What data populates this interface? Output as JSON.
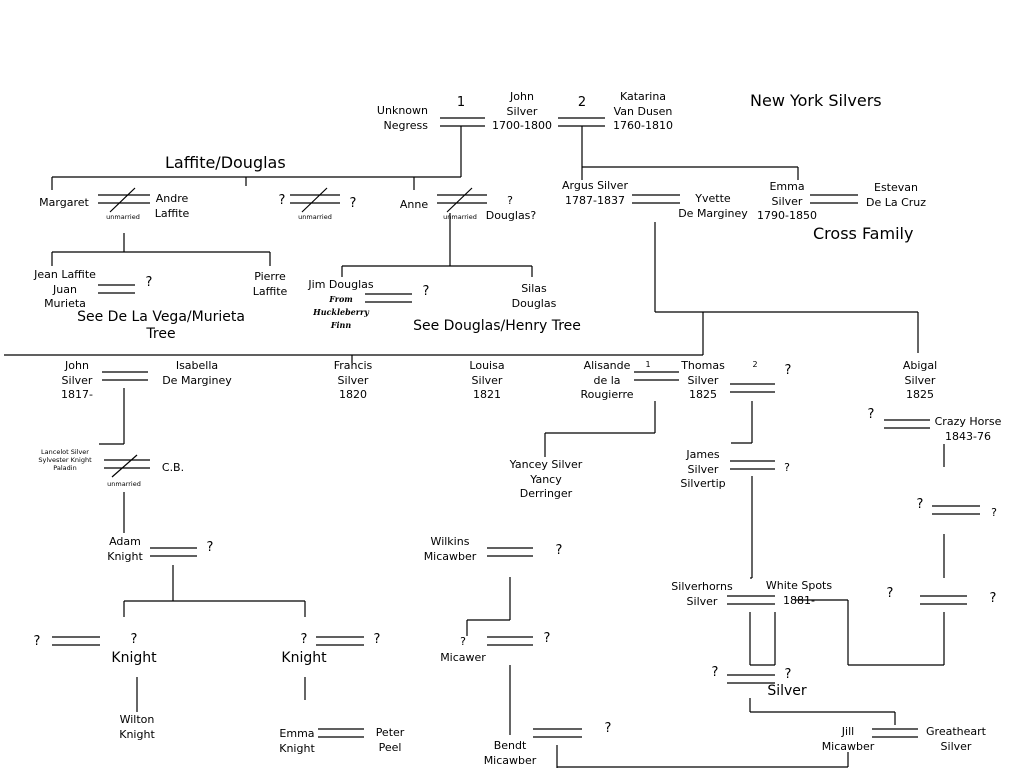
{
  "title": "New York Silvers",
  "group_labels": {
    "laffite": "Laffite/Douglas",
    "cross": "Cross Family",
    "see_dela_vega": "See De La Vega/Murieta\nTree",
    "see_douglas": "See Douglas/Henry Tree"
  },
  "people": {
    "unknown_negress": "Unknown\nNegress",
    "john_silver_1700": "John\nSilver\n1700-1800",
    "katarina": "Katarina\nVan Dusen\n1760-1810",
    "margaret": "Margaret",
    "andre_laffite": "Andre\nLaffite",
    "anne": "Anne",
    "douglas_q": "Douglas?",
    "argus_silver": "Argus Silver\n1787-1837",
    "yvette": "Yvette\nDe Marginey",
    "emma_silver": "Emma\nSilver\n1790-1850",
    "estevan": "Estevan\nDe La Cruz",
    "jean_laffite": "Jean Laffite\nJuan\nMurieta",
    "pierre_laffite": "Pierre\nLaffite",
    "jim_douglas": "Jim Douglas",
    "from_huck": "From\nHuckleberry\nFinn",
    "silas_douglas": "Silas\nDouglas",
    "john_silver_1817": "John\nSilver\n1817-",
    "isabella": "Isabella\nDe Marginey",
    "francis_silver": "Francis\nSilver\n1820",
    "louisa_silver": "Louisa\nSilver\n1821",
    "alisande": "Alisande\nde la\nRougierre",
    "thomas_silver": "Thomas\nSilver\n1825",
    "abigal_silver": "Abigal\nSilver\n1825",
    "lancelot": "Lancelot Silver\nSylvester Knight\nPaladin",
    "cb": "C.B.",
    "crazy_horse": "Crazy Horse\n1843-76",
    "yancey": "Yancey Silver\nYancy\nDerringer",
    "james_silver": "James\nSilver\nSilvertip",
    "adam_knight": "Adam\nKnight",
    "wilkins": "Wilkins\nMicawber",
    "silverhorns": "Silverhorns\nSilver",
    "white_spots": "White Spots\n1881-",
    "knight_left": "Knight",
    "knight_right": "Knight",
    "micawer": "Micawer",
    "silver_bottom": "Silver",
    "wilton_knight": "Wilton\nKnight",
    "emma_knight": "Emma\nKnight",
    "peter_peel": "Peter\nPeel",
    "bendt_micawber": "Bendt\nMicawber",
    "jill_micawber": "Jill\nMicawber",
    "greatheart_silver": "Greatheart\nSilver"
  },
  "marks": {
    "unknown": "?",
    "unmarried": "unmarried",
    "spouse_1": "1",
    "spouse_2": "2"
  }
}
